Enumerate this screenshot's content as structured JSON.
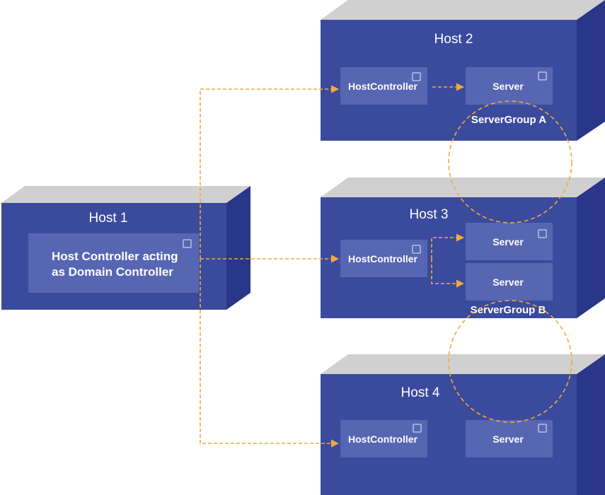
{
  "colors": {
    "host_front": "#3a4a9c",
    "host_side": "#2a3688",
    "host_top": "#d0d0d0",
    "component": "#5766b3",
    "connector": "#f3a93a"
  },
  "hosts": [
    {
      "id": "host1",
      "title": "Host 1"
    },
    {
      "id": "host2",
      "title": "Host 2"
    },
    {
      "id": "host3",
      "title": "Host 3"
    },
    {
      "id": "host4",
      "title": "Host 4"
    }
  ],
  "domain_controller": {
    "line1": "Host Controller acting",
    "line2": "as Domain Controller"
  },
  "components": {
    "host2_hc": "HostController",
    "host2_server": "Server",
    "host3_hc": "HostController",
    "host3_server_1": "Server",
    "host3_server_2": "Server",
    "host4_hc": "HostController",
    "host4_server": "Server"
  },
  "server_groups": {
    "a": "ServerGroup A",
    "b": "ServerGroup B"
  },
  "icons": {
    "component": "square-icon"
  }
}
